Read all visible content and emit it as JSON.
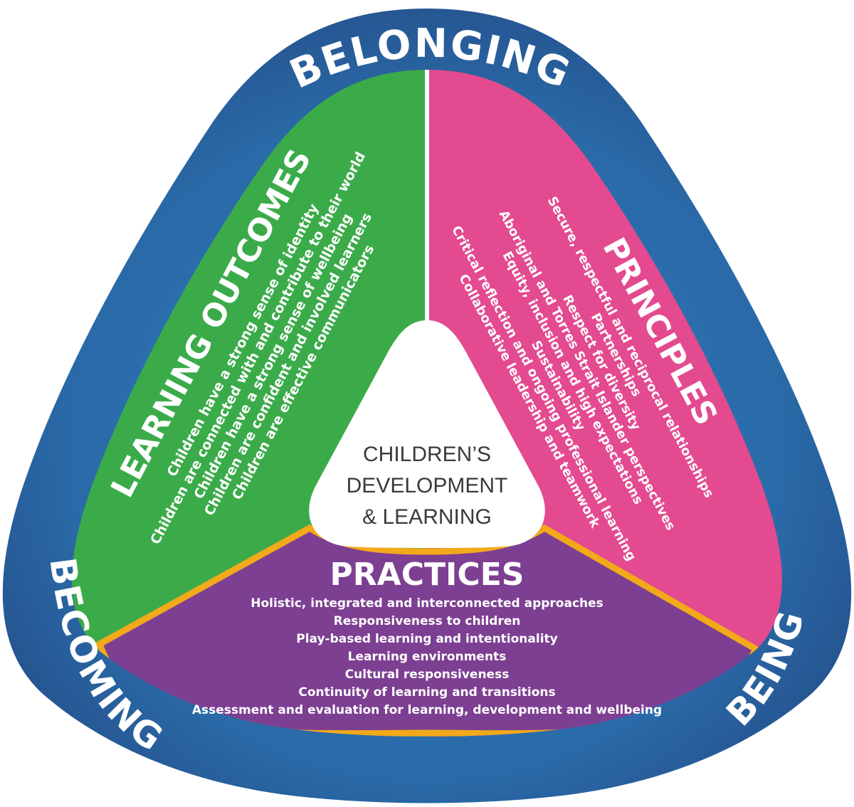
{
  "ring": {
    "top": "BELONGING",
    "left": "BECOMING",
    "right": "BEING"
  },
  "center": {
    "line1": "CHILDREN’S",
    "line2": "DEVELOPMENT",
    "line3": "& LEARNING"
  },
  "learning_outcomes": {
    "title": "LEARNING OUTCOMES",
    "items": [
      "Children have a strong sense of identity",
      "Children are connected with and contribute to their world",
      "Children have a strong sense of wellbeing",
      "Children are confident and involved learners",
      "Children are effective communicators"
    ]
  },
  "principles": {
    "title": "PRINCIPLES",
    "items": [
      "Secure, respectful and reciprocal relationships",
      "Partnerships",
      "Respect for diversity",
      "Aboriginal and Torres Strait Islander perspectives",
      "Equity, inclusion and high expectations",
      "Sustainability",
      "Critical reflection and ongoing professional learning",
      "Collaborative leadership and teamwork"
    ]
  },
  "practices": {
    "title": "PRACTICES",
    "items": [
      "Holistic, integrated and interconnected approaches",
      "Responsiveness to children",
      "Play-based learning and intentionality",
      "Learning environments",
      "Cultural responsiveness",
      "Continuity of learning and transitions",
      "Assessment and evaluation for learning, development and wellbeing"
    ]
  },
  "colors": {
    "ring_dark": "#244f8a",
    "ring_light": "#2f7fc0",
    "green": "#3bab4a",
    "pink": "#e34a8f",
    "purple": "#7d3f92",
    "gold": "#f2a91a",
    "center_bg": "#ffffff"
  }
}
